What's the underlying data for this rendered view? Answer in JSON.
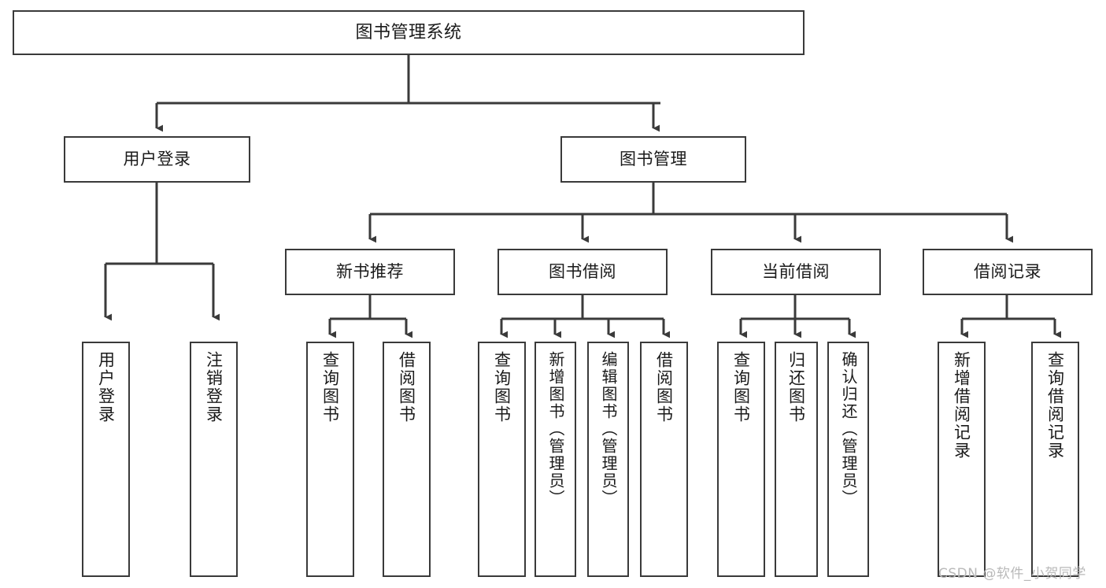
{
  "diagram": {
    "title": "图书管理系统",
    "type": "功能结构图",
    "style": {
      "box_border_color": "#3a3a3a",
      "box_fill_color": "#ffffff",
      "line_color": "#3a3a3a",
      "text_color": "#1a1a1a",
      "background": "#ffffff",
      "watermark_color": "#b9b9b9"
    },
    "nodes": {
      "root": {
        "label": "图书管理系统"
      },
      "level2": [
        {
          "id": "user_login",
          "label": "用户登录"
        },
        {
          "id": "book_manage",
          "label": "图书管理"
        }
      ],
      "level3": [
        {
          "id": "new_book_rec",
          "label": "新书推荐"
        },
        {
          "id": "book_borrow",
          "label": "图书借阅"
        },
        {
          "id": "current_borrow",
          "label": "当前借阅"
        },
        {
          "id": "borrow_record",
          "label": "借阅记录"
        }
      ],
      "leaves": {
        "user_login": [
          {
            "id": "leaf_user_login",
            "label": "用户登录"
          },
          {
            "id": "leaf_logout",
            "label": "注销登录"
          }
        ],
        "new_book_rec": [
          {
            "id": "leaf_query_book_1",
            "label": "查询图书"
          },
          {
            "id": "leaf_borrow_book_1",
            "label": "借阅图书"
          }
        ],
        "book_borrow": [
          {
            "id": "leaf_query_book_2",
            "label": "查询图书"
          },
          {
            "id": "leaf_add_book",
            "label": "新增图书（管理员）"
          },
          {
            "id": "leaf_edit_book",
            "label": "编辑图书（管理员）"
          },
          {
            "id": "leaf_borrow_book_2",
            "label": "借阅图书"
          }
        ],
        "current_borrow": [
          {
            "id": "leaf_query_book_3",
            "label": "查询图书"
          },
          {
            "id": "leaf_return_book",
            "label": "归还图书"
          },
          {
            "id": "leaf_confirm_return",
            "label": "确认归还（管理员）"
          }
        ],
        "borrow_record": [
          {
            "id": "leaf_add_record",
            "label": "新增借阅记录"
          },
          {
            "id": "leaf_query_record",
            "label": "查询借阅记录"
          }
        ]
      }
    },
    "edges": [
      {
        "from": "root",
        "to": "user_login"
      },
      {
        "from": "root",
        "to": "book_manage"
      },
      {
        "from": "book_manage",
        "to": "new_book_rec"
      },
      {
        "from": "book_manage",
        "to": "book_borrow"
      },
      {
        "from": "book_manage",
        "to": "current_borrow"
      },
      {
        "from": "book_manage",
        "to": "borrow_record"
      },
      {
        "from": "user_login",
        "to": "leaf_user_login"
      },
      {
        "from": "user_login",
        "to": "leaf_logout"
      },
      {
        "from": "new_book_rec",
        "to": "leaf_query_book_1"
      },
      {
        "from": "new_book_rec",
        "to": "leaf_borrow_book_1"
      },
      {
        "from": "book_borrow",
        "to": "leaf_query_book_2"
      },
      {
        "from": "book_borrow",
        "to": "leaf_add_book"
      },
      {
        "from": "book_borrow",
        "to": "leaf_edit_book"
      },
      {
        "from": "book_borrow",
        "to": "leaf_borrow_book_2"
      },
      {
        "from": "current_borrow",
        "to": "leaf_query_book_3"
      },
      {
        "from": "current_borrow",
        "to": "leaf_return_book"
      },
      {
        "from": "current_borrow",
        "to": "leaf_confirm_return"
      },
      {
        "from": "borrow_record",
        "to": "leaf_add_record"
      },
      {
        "from": "borrow_record",
        "to": "leaf_query_record"
      }
    ]
  },
  "watermark": {
    "text": "CSDN @软件_小贺同学"
  }
}
